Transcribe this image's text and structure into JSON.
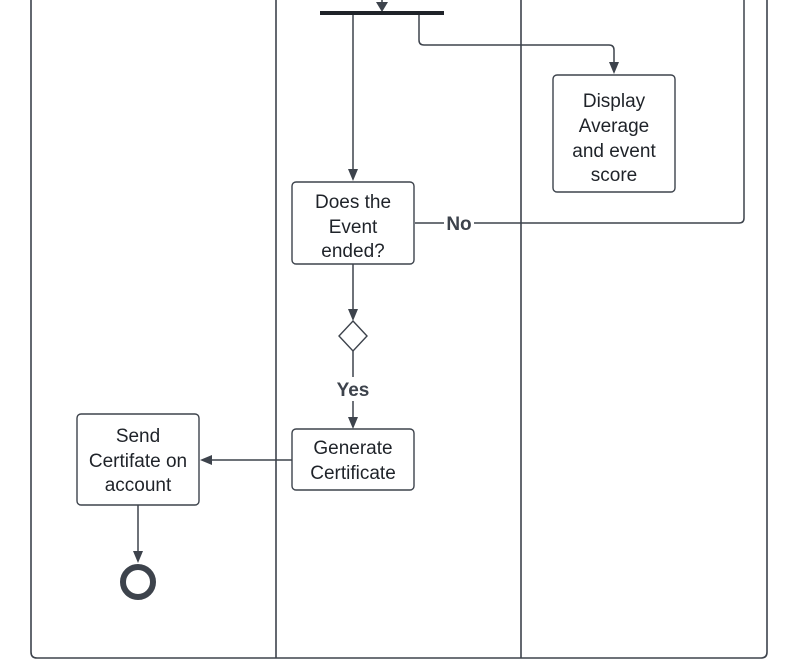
{
  "nodes": {
    "display_average": {
      "lines": [
        "Display",
        "Average",
        "and event",
        "score"
      ]
    },
    "event_ended": {
      "lines": [
        "Does the",
        "Event",
        "ended?"
      ]
    },
    "generate_certificate": {
      "lines": [
        "Generate",
        "Certificate"
      ]
    },
    "send_certificate": {
      "lines": [
        "Send",
        "Certifate on",
        "account"
      ]
    }
  },
  "edge_labels": {
    "no": "No",
    "yes": "Yes"
  },
  "colors": {
    "stroke": "#3d434c",
    "text": "#1f2329",
    "background": "#ffffff"
  }
}
